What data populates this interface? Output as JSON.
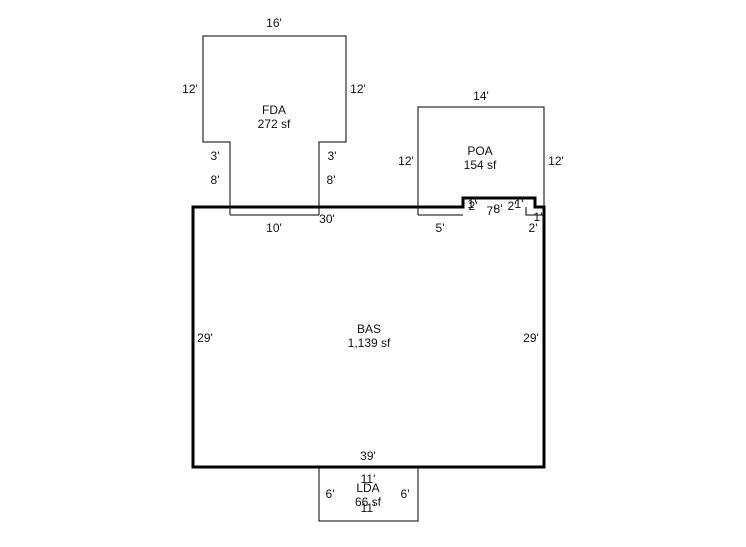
{
  "colors": {
    "background": "#ffffff",
    "line": "#000000",
    "text": "#111111"
  },
  "areas": {
    "fda": {
      "code": "FDA",
      "area": "272 sf"
    },
    "poa": {
      "code": "POA",
      "area": "154 sf"
    },
    "bas": {
      "code": "BAS",
      "area": "1,139 sf"
    },
    "lda": {
      "code": "LDA",
      "area": "66 sf"
    }
  },
  "dimensions": {
    "fda_top": "16'",
    "fda_left": "12'",
    "fda_right": "12'",
    "fda_step_left": "3'",
    "fda_step_right": "3'",
    "fda_neck_left": "8'",
    "fda_neck_right": "8'",
    "fda_bottom": "10'",
    "bas_top": "30'",
    "poa_top": "14'",
    "poa_left": "12'",
    "poa_right": "12'",
    "poa_bottom": "5'",
    "notch_a": "2'",
    "notch_b": "1'",
    "notch_mid": "7'",
    "notch_mid2": "8'",
    "notch_c": "2'",
    "notch_d": "1'",
    "notch_e": "1'",
    "notch_f": "2'",
    "bas_left": "29'",
    "bas_right": "29'",
    "bas_bottom": "39'",
    "lda_top": "11'",
    "lda_left": "6'",
    "lda_right": "6'",
    "lda_bottom": "11'"
  }
}
